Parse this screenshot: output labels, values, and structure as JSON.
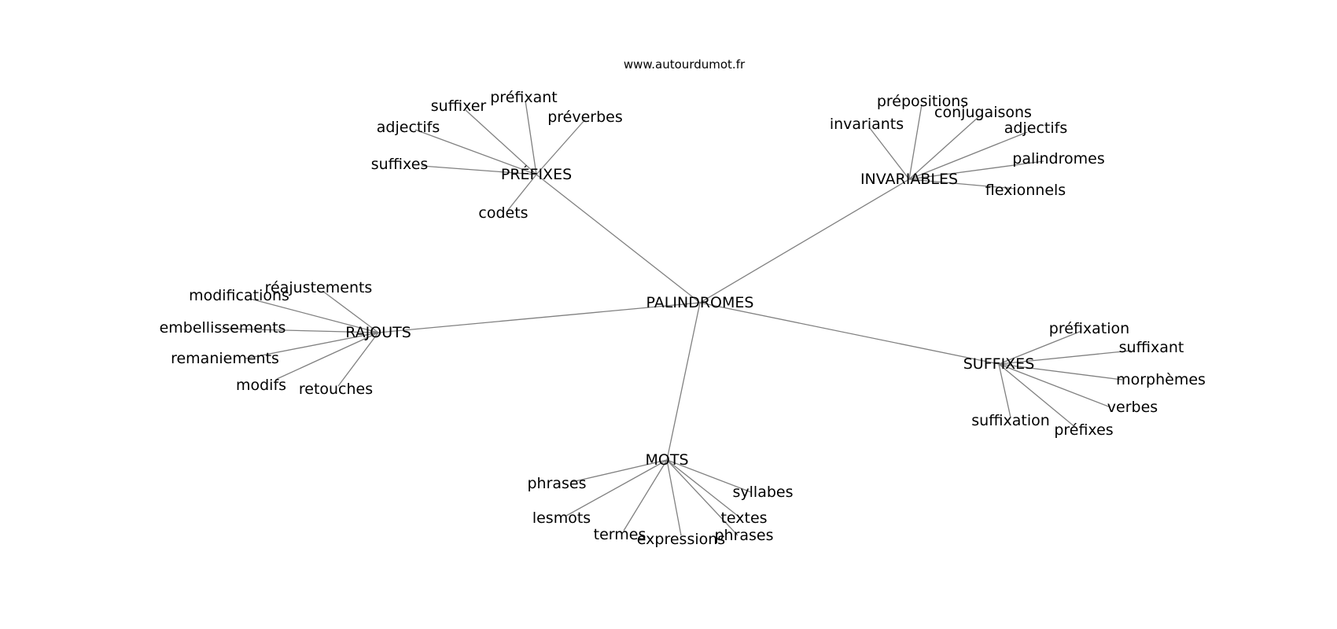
{
  "website": "www.autourdumot.fr",
  "center": "PALINDROMES",
  "line_color": "#808080",
  "groups": [
    {
      "label": "PRÉFIXES",
      "children": [
        "suffixer",
        "préfixant",
        "préverbes",
        "adjectifs",
        "suffixes",
        "codets"
      ]
    },
    {
      "label": "INVARIABLES",
      "children": [
        "prépositions",
        "invariants",
        "conjugaisons",
        "adjectifs",
        "palindromes",
        "flexionnels"
      ]
    },
    {
      "label": "RAJOUTS",
      "children": [
        "réajustements",
        "modifications",
        "embellissements",
        "remaniements",
        "modifs",
        "retouches"
      ]
    },
    {
      "label": "SUFFIXES",
      "children": [
        "préfixation",
        "suffixant",
        "morphèmes",
        "verbes",
        "préfixes",
        "suffixation"
      ]
    },
    {
      "label": "MOTS",
      "children": [
        "phrases",
        "syllabes",
        "lesmots",
        "textes",
        "termes",
        "expressions",
        "phrases"
      ]
    }
  ]
}
